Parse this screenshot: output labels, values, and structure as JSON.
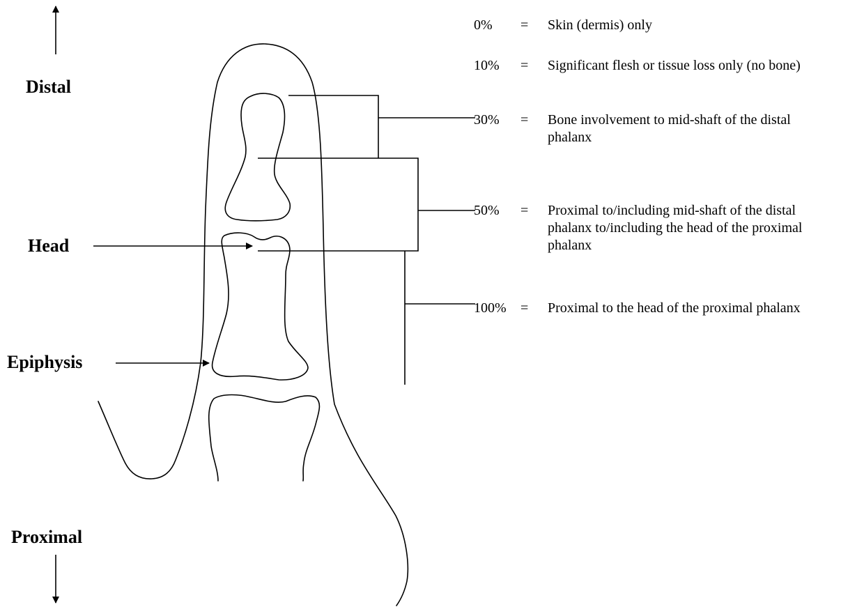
{
  "direction_labels": {
    "distal": "Distal",
    "proximal": "Proximal"
  },
  "anatomy_labels": {
    "head": "Head",
    "epiphysis": "Epiphysis"
  },
  "legend": [
    {
      "percent": "0%",
      "eq": "=",
      "text": "Skin (dermis) only"
    },
    {
      "percent": "10%",
      "eq": "=",
      "text": "Significant flesh or tissue loss only (no bone)"
    },
    {
      "percent": "30%",
      "eq": "=",
      "text": "Bone involvement to mid-shaft of the distal phalanx"
    },
    {
      "percent": "50%",
      "eq": "=",
      "text": "Proximal to/including mid-shaft of the distal phalanx to/including the head of the proximal phalanx"
    },
    {
      "percent": "100%",
      "eq": "=",
      "text": "Proximal to the head of the proximal phalanx"
    }
  ]
}
